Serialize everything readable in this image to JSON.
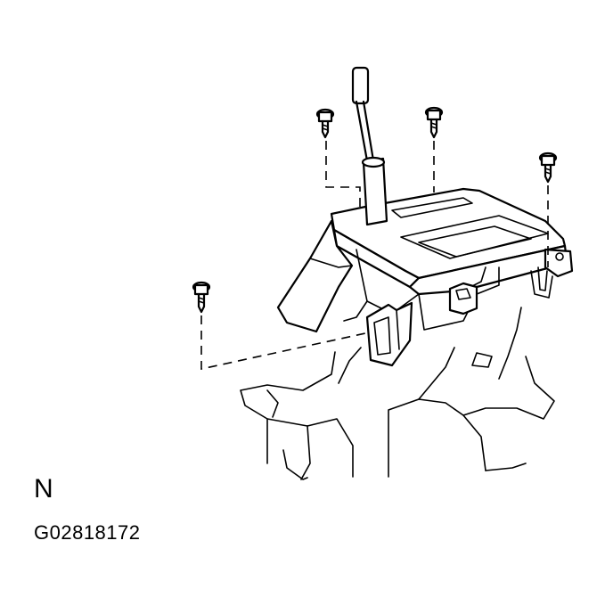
{
  "view_label": "N",
  "figure_code": "G02818172",
  "illustration": {
    "subject": "shift-lever-assembly",
    "fastener_count": 4
  }
}
